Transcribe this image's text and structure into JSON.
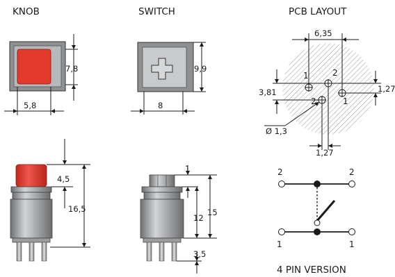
{
  "sections": {
    "knob": "KNOB",
    "switch": "SWITCH",
    "pcb": "PCB LAYOUT"
  },
  "knob_dims": {
    "height": "7,8",
    "width": "5,8",
    "cap_height": "4,5",
    "total_height": "16,5"
  },
  "switch_dims": {
    "height": "9,9",
    "width": "8",
    "top_step": "1",
    "body_height": "12",
    "total_height": "15",
    "pin_length": "3,5"
  },
  "pcb_dims": {
    "pitch_x": "6,35",
    "pitch_y": "3,81",
    "offset_right": "1,27",
    "offset_bottom": "1,27",
    "hole_diameter": "Ø 1,3",
    "pin_labels": [
      "1",
      "2",
      "2",
      "1"
    ]
  },
  "schematic": {
    "top_left": "2",
    "top_right": "2",
    "bottom_left": "1",
    "bottom_right": "1",
    "caption": "4 PIN VERSION"
  },
  "colors": {
    "body_grey": "#8e9092",
    "body_light": "#c4c6c8",
    "knob_red": "#e23a2c",
    "line": "#1a1a1a",
    "hatch": "#9a9a9a"
  }
}
